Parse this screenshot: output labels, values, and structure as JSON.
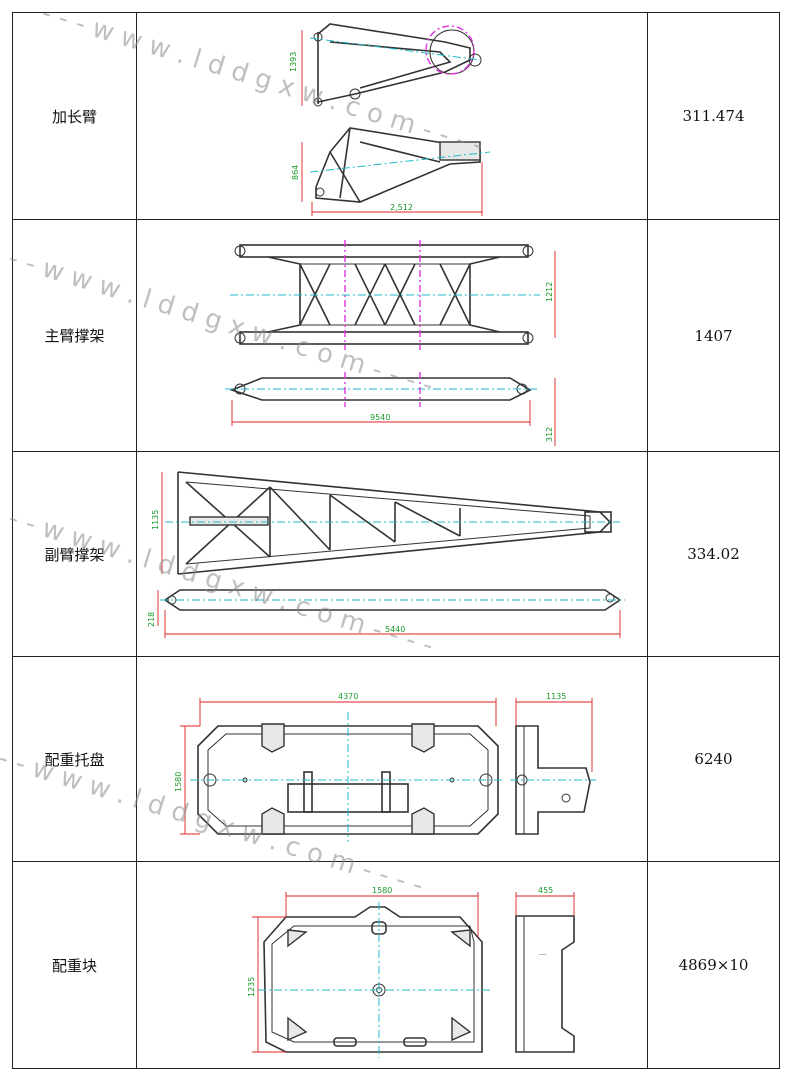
{
  "rows": [
    {
      "name": "加长臂",
      "value": "311.474",
      "dims": [
        "1393",
        "864",
        "2,512"
      ]
    },
    {
      "name": "主臂撑架",
      "value": "1407",
      "dims": [
        "1212",
        "9540",
        "312"
      ]
    },
    {
      "name": "副臂撑架",
      "value": "334.02",
      "dims": [
        "1135",
        "5440",
        "218"
      ]
    },
    {
      "name": "配重托盘",
      "value": "6240",
      "dims": [
        "4370",
        "1135",
        "1580"
      ]
    },
    {
      "name": "配重块",
      "value": "4869×10",
      "dims": [
        "1580",
        "455",
        "1235"
      ]
    }
  ],
  "watermark": "- - - w w w . l d d g x w . c o m - - - -",
  "colors": {
    "dimension": "#e02020",
    "centerline": "#1fb8c8",
    "accent": "#e033e0",
    "dim_text": "#1a9a2a"
  }
}
